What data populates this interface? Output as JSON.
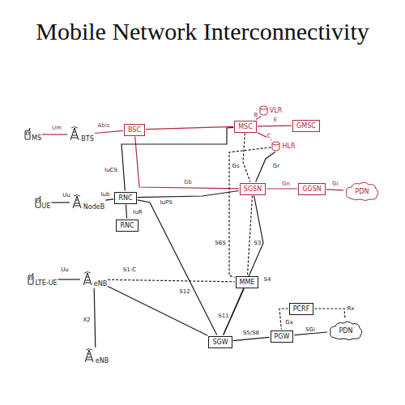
{
  "diagram": {
    "title": "Mobile Network Interconnectivity",
    "nodes": [
      {
        "text": [
          "MS"
        ]
      },
      {
        "text": [
          "BTS"
        ]
      },
      {
        "text": [
          "BSC"
        ]
      },
      {
        "text": [
          "MSC"
        ]
      },
      {
        "text": [
          "VLR"
        ]
      },
      {
        "text": [
          "GMSC"
        ]
      },
      {
        "text": [
          "HLR"
        ]
      },
      {
        "text": [
          "UE"
        ]
      },
      {
        "text": [
          "NodeB"
        ]
      },
      {
        "text": [
          "RNC"
        ]
      },
      {
        "text": [
          "RNC"
        ]
      },
      {
        "text": [
          "SGSN"
        ]
      },
      {
        "text": [
          "GGSN"
        ]
      },
      {
        "text": [
          "PDN"
        ]
      },
      {
        "text": [
          "MME"
        ]
      },
      {
        "text": [
          "LTE-UE"
        ]
      },
      {
        "text": [
          "eNB"
        ]
      },
      {
        "text": [
          "eNB"
        ]
      },
      {
        "text": [
          "SGW"
        ]
      },
      {
        "text": [
          "PGW"
        ]
      },
      {
        "text": [
          "PCRF"
        ]
      },
      {
        "text": [
          "PDN"
        ]
      }
    ],
    "edges": [
      {
        "from": 0,
        "to": 1,
        "label": "Um",
        "arrow": "none"
      },
      {
        "from": 1,
        "to": 2,
        "label": "Abis",
        "arrow": "none"
      },
      {
        "from": 2,
        "to": 3,
        "arrow": "none"
      },
      {
        "from": 3,
        "to": 4,
        "label": "B",
        "arrow": "none"
      },
      {
        "from": 3,
        "to": 5,
        "label": "E",
        "arrow": "none"
      },
      {
        "from": 3,
        "to": 6,
        "label": "C",
        "arrow": "none"
      },
      {
        "from": 3,
        "to": 11,
        "label": "Gs",
        "arrow": "none"
      },
      {
        "from": 6,
        "to": 11,
        "label": "Gr",
        "arrow": "none"
      },
      {
        "from": 2,
        "to": 11,
        "label": "Gb",
        "arrow": "none"
      },
      {
        "from": 11,
        "to": 12,
        "label": "Gn",
        "arrow": "none"
      },
      {
        "from": 12,
        "to": 13,
        "label": "Gi",
        "arrow": "none"
      },
      {
        "from": 7,
        "to": 8,
        "label": "Uu",
        "arrow": "none"
      },
      {
        "from": 8,
        "to": 9,
        "label": "Iub",
        "arrow": "none"
      },
      {
        "from": 9,
        "to": 10,
        "label": "IuR",
        "arrow": "none"
      },
      {
        "from": 9,
        "to": 3,
        "label": "IuCS",
        "arrow": "none"
      },
      {
        "from": 9,
        "to": 11,
        "label": "IuPS",
        "arrow": "none"
      },
      {
        "from": 6,
        "to": 14,
        "label": "S6S",
        "arrow": "none"
      },
      {
        "from": 11,
        "to": 14,
        "label": "S3",
        "arrow": "none"
      },
      {
        "from": 11,
        "to": 18,
        "label": "S4",
        "arrow": "none"
      },
      {
        "from": 9,
        "to": 18,
        "label": "S12",
        "arrow": "none"
      },
      {
        "from": 15,
        "to": 16,
        "label": "Uu",
        "arrow": "none"
      },
      {
        "from": 16,
        "to": 14,
        "label": "S1-C",
        "arrow": "none"
      },
      {
        "from": 16,
        "to": 18,
        "arrow": "none"
      },
      {
        "from": 16,
        "to": 17,
        "label": "X2",
        "arrow": "none"
      },
      {
        "from": 14,
        "to": 18,
        "label": "S11",
        "arrow": "none"
      },
      {
        "from": 18,
        "to": 19,
        "label": "S5/S8",
        "arrow": "none"
      },
      {
        "from": 19,
        "to": 21,
        "label": "SGi",
        "arrow": "none"
      },
      {
        "from": 20,
        "to": 19,
        "label": "Gx",
        "arrow": "none"
      },
      {
        "from": 20,
        "to": 21,
        "label": "Rx",
        "arrow": "none"
      }
    ]
  }
}
